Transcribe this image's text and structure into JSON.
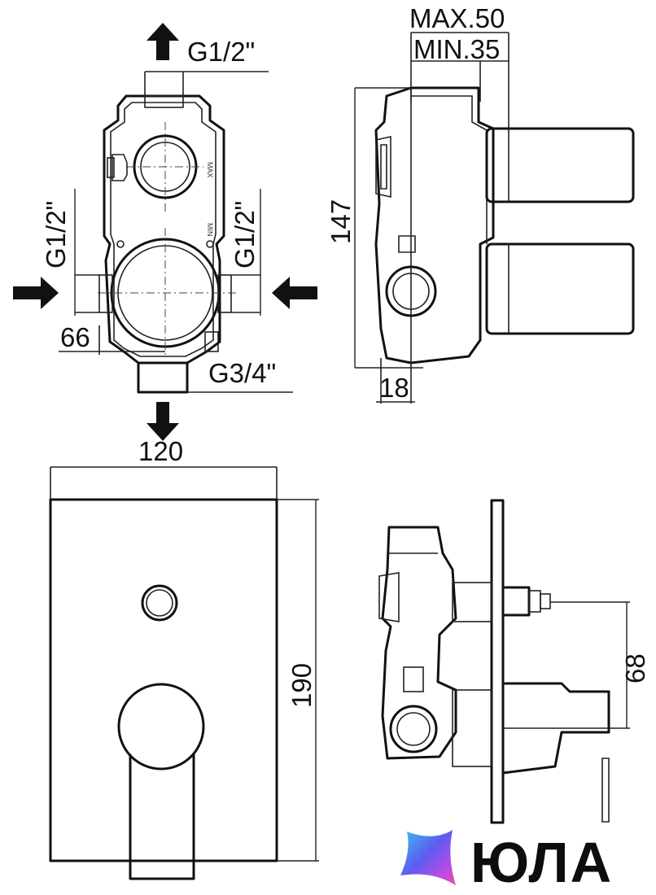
{
  "views": {
    "front_top": {
      "outlet_top": "G1/2\"",
      "inlet_left": "G1/2\"",
      "inlet_right": "G1/2\"",
      "outlet_bottom": "G3/4\"",
      "dim_66": "66",
      "mark_max": "MAX",
      "mark_min": "MIN"
    },
    "side_top": {
      "max_depth": "MAX.50",
      "min_depth": "MIN.35",
      "height": "147",
      "depth": "18"
    },
    "front_plate": {
      "width": "120",
      "height": "190"
    },
    "side_plate": {
      "handle_offset": "68"
    }
  },
  "brand": {
    "name": "ЮЛА",
    "logo": "gradient-star-logo"
  }
}
